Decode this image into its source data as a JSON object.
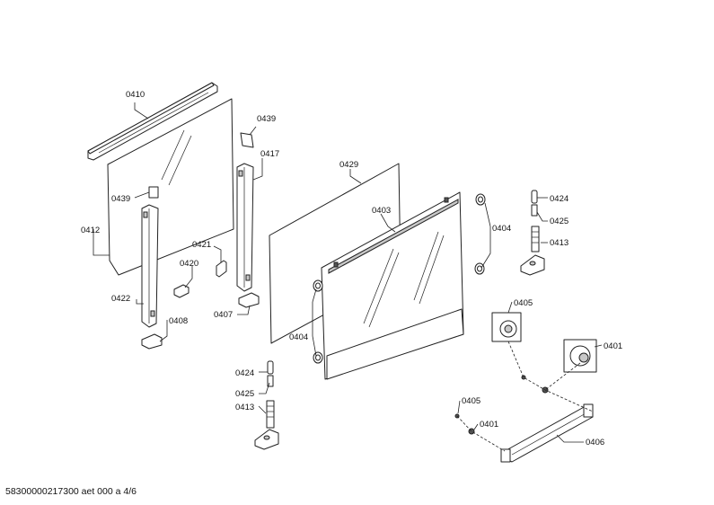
{
  "labels": {
    "p0410": "0410",
    "p0439a": "0439",
    "p0439b": "0439",
    "p0417": "0417",
    "p0412": "0412",
    "p0421": "0421",
    "p0420": "0420",
    "p0422": "0422",
    "p0408": "0408",
    "p0407": "0407",
    "p0429": "0429",
    "p0403": "0403",
    "p0404a": "0404",
    "p0404b": "0404",
    "p0424a": "0424",
    "p0425a": "0425",
    "p0413a": "0413",
    "p0424b": "0424",
    "p0425b": "0425",
    "p0413b": "0413",
    "p0405a": "0405",
    "p0405b": "0405",
    "p0401a": "0401",
    "p0401b": "0401",
    "p0406": "0406"
  },
  "footer": "58300000217300 aet 000 a 4/6"
}
